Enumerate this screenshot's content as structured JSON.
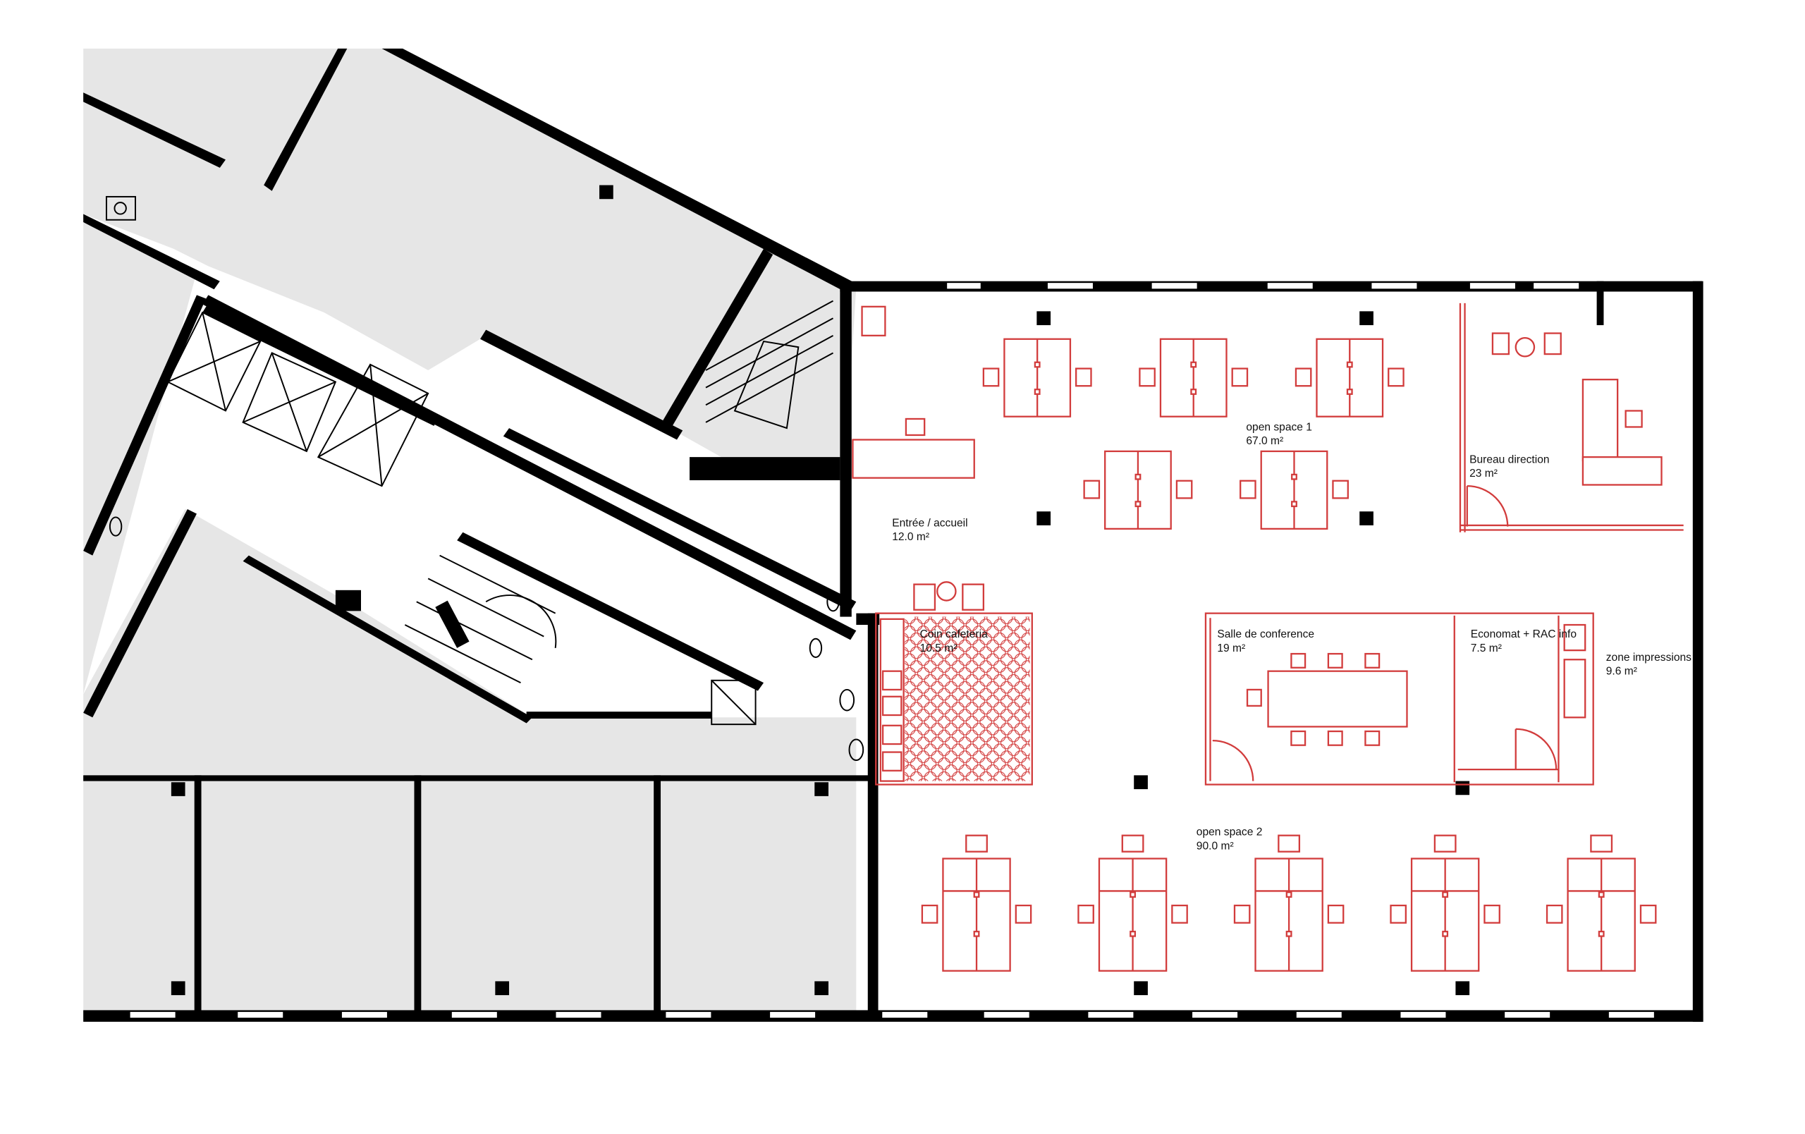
{
  "rooms": [
    {
      "name": "open space 1",
      "area": "67.0 m²"
    },
    {
      "name": "Entrée / accueil",
      "area": "12.0 m²"
    },
    {
      "name": "Bureau direction",
      "area": "23 m²"
    },
    {
      "name": "Coin cafeteria",
      "area": "10.5 m²"
    },
    {
      "name": "Salle de conference",
      "area": "19 m²"
    },
    {
      "name": "Economat + RAC info",
      "area": "7.5 m²"
    },
    {
      "name": "zone impressions",
      "area": "9.6 m²"
    },
    {
      "name": "open space 2",
      "area": "90.0 m²"
    }
  ],
  "colors": {
    "furniture": "#d23c3c",
    "wall": "#000000",
    "neighbour_fill": "#e6e6e6",
    "background": "#ffffff"
  }
}
